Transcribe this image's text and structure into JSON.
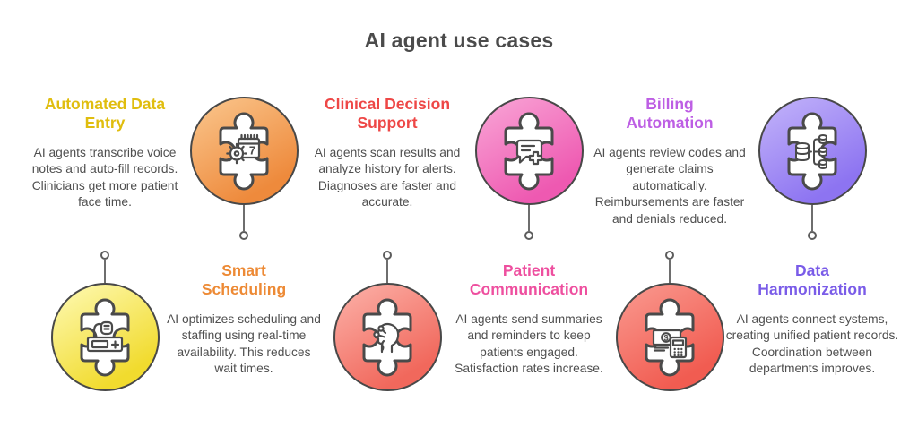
{
  "title": "AI agent use cases",
  "colors": {
    "heading_text": "#4b4b4b",
    "body_text": "#4f4f4f",
    "outline": "#484848",
    "yellow": "#e0bd0e",
    "orange": "#ed8a35",
    "red": "#ee4746",
    "pink": "#ee4f9f",
    "purple": "#bd5ee4",
    "violet": "#7a5ce8"
  },
  "use_cases": [
    {
      "title": "Automated Data Entry",
      "title_lines": [
        "Automated Data",
        "Entry"
      ],
      "description": "AI agents transcribe voice notes and auto-fill records. Clinicians get more patient face time.",
      "accent_color": "#e0bd0e",
      "circle_gradient": [
        "#fdf7a8",
        "#f1db2e"
      ],
      "icon": "voice-recorder-icon",
      "arrangement": "text-top"
    },
    {
      "title": "Smart Scheduling",
      "title_lines": [
        "Smart",
        "Scheduling"
      ],
      "description": "AI optimizes scheduling and staffing using real-time availability. This reduces wait times.",
      "accent_color": "#ed8a35",
      "circle_gradient": [
        "#f9c186",
        "#ee8a3c"
      ],
      "icon": "calendar-gear-icon",
      "icon_text": "7",
      "arrangement": "circle-top"
    },
    {
      "title": "Clinical Decision Support",
      "title_lines": [
        "Clinical Decision",
        "Support"
      ],
      "description": "AI agents scan results and analyze history for alerts. Diagnoses are faster and accurate.",
      "accent_color": "#ee4746",
      "circle_gradient": [
        "#fbaba2",
        "#f1685c"
      ],
      "icon": "decision-mind-icon",
      "arrangement": "text-top"
    },
    {
      "title": "Patient Communication",
      "title_lines": [
        "Patient",
        "Communication"
      ],
      "description": "AI agents send summaries and reminders to keep patients engaged. Satisfaction rates increase.",
      "accent_color": "#ee4f9f",
      "circle_gradient": [
        "#f89fd3",
        "#ee59b1"
      ],
      "icon": "chat-medical-cross-icon",
      "arrangement": "circle-top"
    },
    {
      "title": "Billing Automation",
      "title_lines": [
        "Billing",
        "Automation"
      ],
      "description": "AI agents review codes and generate claims automatically. Reimbursements are faster and denials reduced.",
      "accent_color": "#bd5ee4",
      "circle_gradient": [
        "#f9948a",
        "#f15c51"
      ],
      "icon": "money-calculator-icon",
      "icon_text": "$",
      "arrangement": "text-top"
    },
    {
      "title": "Data Harmonization",
      "title_lines": [
        "Data",
        "Harmonization"
      ],
      "description": "AI agents connect systems, creating unified patient records. Coordination between departments improves.",
      "accent_color": "#7a5ce8",
      "circle_gradient": [
        "#beaef9",
        "#8d74f1"
      ],
      "icon": "database-harmonization-icon",
      "arrangement": "circle-top"
    }
  ]
}
